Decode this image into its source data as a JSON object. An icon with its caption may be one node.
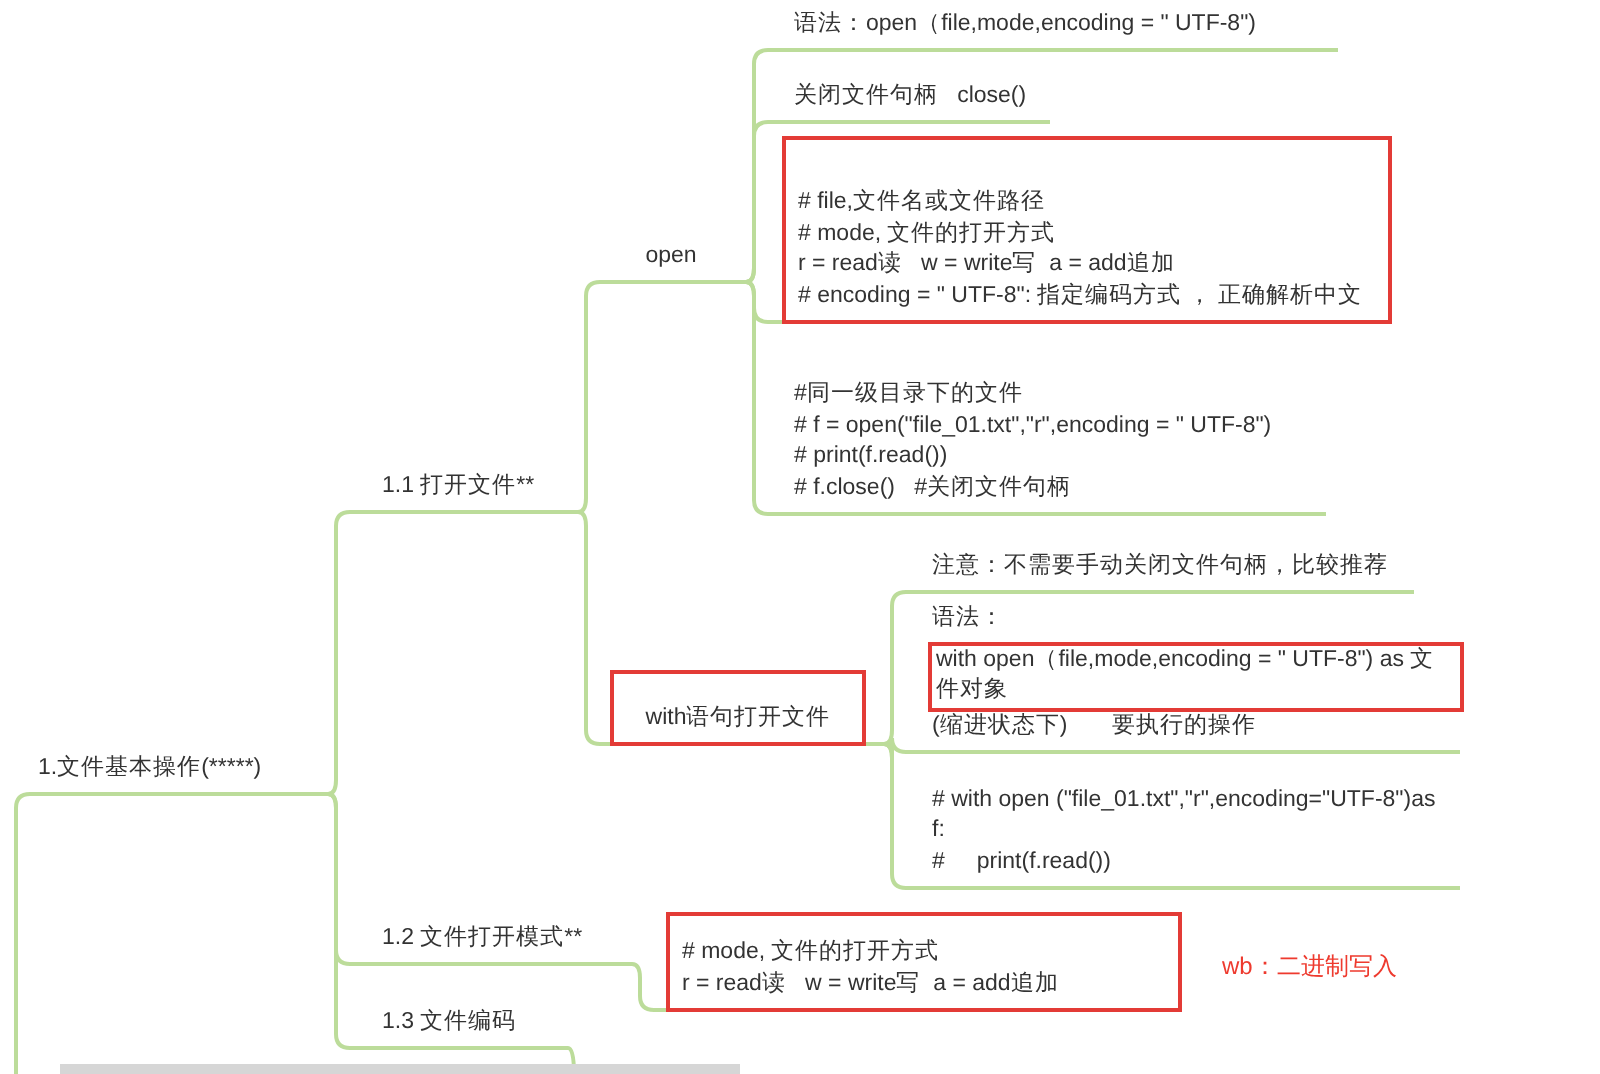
{
  "diagram": {
    "nodes": [
      {
        "text": [
          "1.文件基本操作(*****)"
        ]
      },
      {
        "text": [
          "1.1 打开文件**"
        ]
      },
      {
        "text": [
          "open"
        ]
      },
      {
        "text": [
          "语法：open（file,mode,encoding = \" UTF-8\")"
        ]
      },
      {
        "text": [
          "关闭文件句柄   close()"
        ]
      },
      {
        "text": [
          "# file,文件名或文件路径",
          "# mode, 文件的打开方式",
          "r = read读   w = write写  a = add追加",
          "# encoding = \" UTF-8\": 指定编码方式 ， 正确解析中文"
        ]
      },
      {
        "text": [
          "#同一级目录下的文件",
          "# f = open(\"file_01.txt\",\"r\",encoding = \" UTF-8\")",
          "# print(f.read())",
          "# f.close()   #关闭文件句柄"
        ]
      },
      {
        "text": [
          "with语句打开文件"
        ]
      },
      {
        "text": [
          "注意：不需要手动关闭文件句柄，比较推荐"
        ]
      },
      {
        "text": [
          "语法：",
          "with open（file,mode,encoding = \" UTF-8\") as 文件对象",
          "(缩进状态下)       要执行的操作"
        ]
      },
      {
        "text": [
          "# with open (\"file_01.txt\",\"r\",encoding=\"UTF-8\")as f:",
          "#     print(f.read())"
        ]
      },
      {
        "text": [
          "1.2 文件打开模式**"
        ]
      },
      {
        "text": [
          "# mode, 文件的打开方式",
          "r = read读   w = write写  a = add追加"
        ],
        "beside": [
          "wb：二进制写入"
        ]
      },
      {
        "text": [
          "1.3 文件编码"
        ]
      }
    ],
    "edges": [
      {
        "from": null,
        "to": 0,
        "arrow": "none"
      },
      {
        "from": 0,
        "to": 1,
        "arrow": "none"
      },
      {
        "from": 0,
        "to": 11,
        "arrow": "none"
      },
      {
        "from": 0,
        "to": 13,
        "arrow": "none"
      },
      {
        "from": 1,
        "to": 2,
        "arrow": "none"
      },
      {
        "from": 1,
        "to": 7,
        "arrow": "none"
      },
      {
        "from": 2,
        "to": 3,
        "arrow": "none"
      },
      {
        "from": 2,
        "to": 4,
        "arrow": "none"
      },
      {
        "from": 2,
        "to": 5,
        "arrow": "none"
      },
      {
        "from": 2,
        "to": 6,
        "arrow": "none"
      },
      {
        "from": 7,
        "to": 8,
        "arrow": "none"
      },
      {
        "from": 7,
        "to": 9,
        "arrow": "none"
      },
      {
        "from": 7,
        "to": 10,
        "arrow": "none"
      },
      {
        "from": 11,
        "to": 12,
        "arrow": "none"
      },
      {
        "from": 13,
        "to": null,
        "arrow": "none"
      }
    ]
  }
}
